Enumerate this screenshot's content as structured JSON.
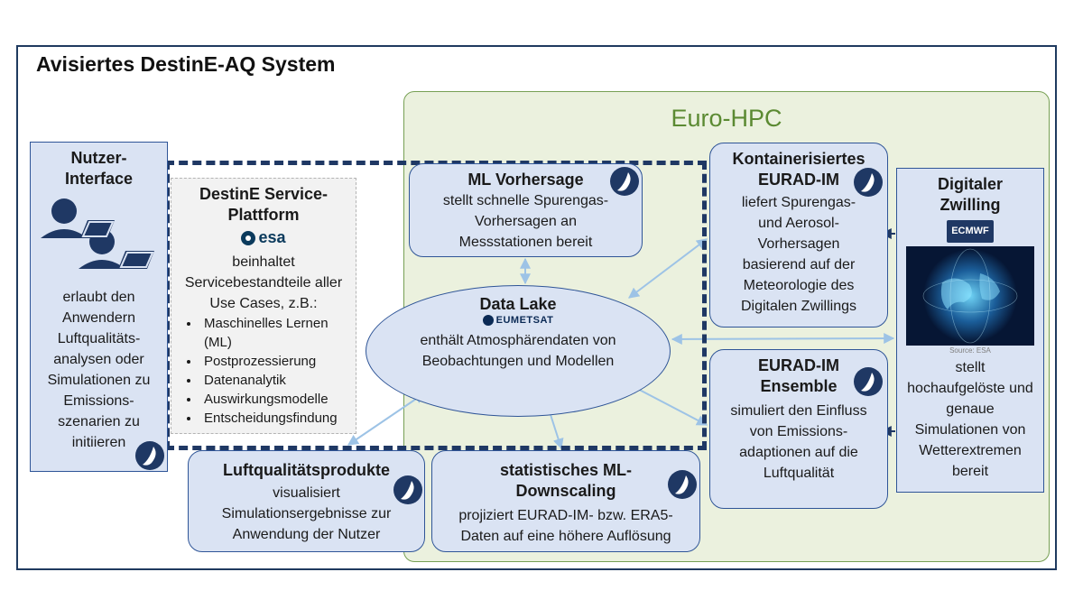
{
  "title": "Avisiertes DestinE-AQ System",
  "hpc_label": "Euro-HPC",
  "nutzer": {
    "heading": "Nutzer-\nInterface",
    "body": "erlaubt den Anwendern Luftqualitäts-analysen oder Simulationen zu Emissions-szenarien zu initiieren"
  },
  "platform": {
    "heading": "DestinE Service-Plattform",
    "logo": "esa",
    "body": "beinhaltet Servicebestandteile aller Use Cases, z.B.:",
    "items": [
      "Maschinelles Lernen (ML)",
      "Postprozessierung",
      "Datenanalytik",
      "Auswirkungsmodelle",
      "Entscheidungsfindung"
    ]
  },
  "ml_vorhersage": {
    "heading": "ML Vorhersage",
    "body": "stellt schnelle Spurengas-Vorhersagen an Messstationen bereit"
  },
  "data_lake": {
    "heading": "Data Lake",
    "logo": "EUMETSAT",
    "body": "enthält Atmosphärendaten von Beobachtungen und Modellen"
  },
  "eurad": {
    "heading": "Kontainerisiertes EURAD-IM",
    "body": "liefert Spurengas- und Aerosol-Vorhersagen basierend auf der Meteorologie des Digitalen Zwillings"
  },
  "ensemble": {
    "heading": "EURAD-IM Ensemble",
    "body": "simuliert den Einfluss von Emissions-adaptionen auf die Luftqualität"
  },
  "twin": {
    "heading": "Digitaler Zwilling",
    "logo": "ECMWF",
    "source": "Source: ESA",
    "body": "stellt hochaufgelöste und genaue Simulationen von Wetterextremen bereit"
  },
  "products": {
    "heading": "Luftqualitätsprodukte",
    "body": "visualisiert Simulationsergebnisse zur Anwendung der Nutzer"
  },
  "downscaling": {
    "heading": "statistisches ML-Downscaling",
    "body": "projiziert EURAD-IM- bzw. ERA5-Daten auf eine höhere Auflösung"
  },
  "colors": {
    "box_fill": "#dae3f3",
    "box_border": "#2f5597",
    "hpc_fill": "#ebf1de",
    "hpc_border": "#77a054",
    "dashed": "#1f3864"
  }
}
